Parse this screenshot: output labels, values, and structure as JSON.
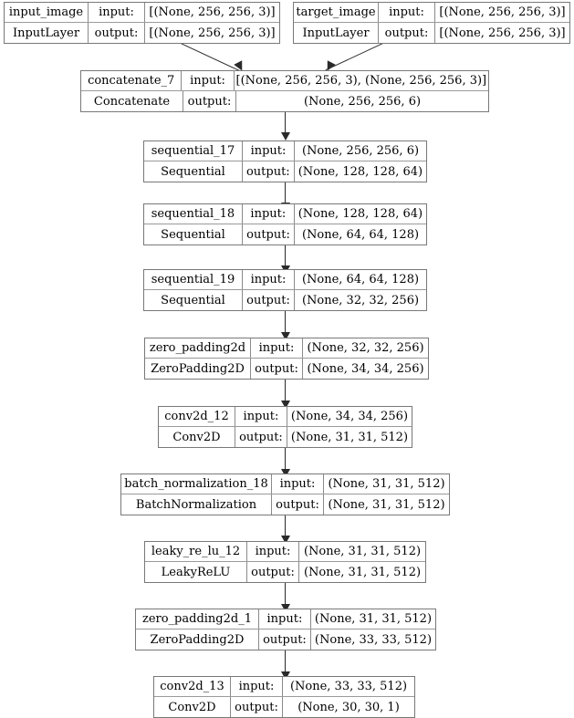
{
  "diagram": {
    "type": "keras-model-graph",
    "title": "",
    "nodes": [
      {
        "id": "input_image",
        "name": "input_image",
        "class_name": "InputLayer",
        "input_label": "input:",
        "output_label": "output:",
        "input_shape": "[(None, 256, 256, 3)]",
        "output_shape": "[(None, 256, 256, 3)]"
      },
      {
        "id": "target_image",
        "name": "target_image",
        "class_name": "InputLayer",
        "input_label": "input:",
        "output_label": "output:",
        "input_shape": "[(None, 256, 256, 3)]",
        "output_shape": "[(None, 256, 256, 3)]"
      },
      {
        "id": "concatenate_7",
        "name": "concatenate_7",
        "class_name": "Concatenate",
        "input_label": "input:",
        "output_label": "output:",
        "input_shape": "[(None, 256, 256, 3), (None, 256, 256, 3)]",
        "output_shape": "(None, 256, 256, 6)"
      },
      {
        "id": "sequential_17",
        "name": "sequential_17",
        "class_name": "Sequential",
        "input_label": "input:",
        "output_label": "output:",
        "input_shape": "(None, 256, 256, 6)",
        "output_shape": "(None, 128, 128, 64)"
      },
      {
        "id": "sequential_18",
        "name": "sequential_18",
        "class_name": "Sequential",
        "input_label": "input:",
        "output_label": "output:",
        "input_shape": "(None, 128, 128, 64)",
        "output_shape": "(None, 64, 64, 128)"
      },
      {
        "id": "sequential_19",
        "name": "sequential_19",
        "class_name": "Sequential",
        "input_label": "input:",
        "output_label": "output:",
        "input_shape": "(None, 64, 64, 128)",
        "output_shape": "(None, 32, 32, 256)"
      },
      {
        "id": "zero_padding2d",
        "name": "zero_padding2d",
        "class_name": "ZeroPadding2D",
        "input_label": "input:",
        "output_label": "output:",
        "input_shape": "(None, 32, 32, 256)",
        "output_shape": "(None, 34, 34, 256)"
      },
      {
        "id": "conv2d_12",
        "name": "conv2d_12",
        "class_name": "Conv2D",
        "input_label": "input:",
        "output_label": "output:",
        "input_shape": "(None, 34, 34, 256)",
        "output_shape": "(None, 31, 31, 512)"
      },
      {
        "id": "batch_normalization_18",
        "name": "batch_normalization_18",
        "class_name": "BatchNormalization",
        "input_label": "input:",
        "output_label": "output:",
        "input_shape": "(None, 31, 31, 512)",
        "output_shape": "(None, 31, 31, 512)"
      },
      {
        "id": "leaky_re_lu_12",
        "name": "leaky_re_lu_12",
        "class_name": "LeakyReLU",
        "input_label": "input:",
        "output_label": "output:",
        "input_shape": "(None, 31, 31, 512)",
        "output_shape": "(None, 31, 31, 512)"
      },
      {
        "id": "zero_padding2d_1",
        "name": "zero_padding2d_1",
        "class_name": "ZeroPadding2D",
        "input_label": "input:",
        "output_label": "output:",
        "input_shape": "(None, 31, 31, 512)",
        "output_shape": "(None, 33, 33, 512)"
      },
      {
        "id": "conv2d_13",
        "name": "conv2d_13",
        "class_name": "Conv2D",
        "input_label": "input:",
        "output_label": "output:",
        "input_shape": "(None, 33, 33, 512)",
        "output_shape": "(None, 30, 30, 1)"
      }
    ],
    "edges": [
      {
        "from": "input_image",
        "to": "concatenate_7"
      },
      {
        "from": "target_image",
        "to": "concatenate_7"
      },
      {
        "from": "concatenate_7",
        "to": "sequential_17"
      },
      {
        "from": "sequential_17",
        "to": "sequential_18"
      },
      {
        "from": "sequential_18",
        "to": "sequential_19"
      },
      {
        "from": "sequential_19",
        "to": "zero_padding2d"
      },
      {
        "from": "zero_padding2d",
        "to": "conv2d_12"
      },
      {
        "from": "conv2d_12",
        "to": "batch_normalization_18"
      },
      {
        "from": "batch_normalization_18",
        "to": "leaky_re_lu_12"
      },
      {
        "from": "leaky_re_lu_12",
        "to": "zero_padding2d_1"
      },
      {
        "from": "zero_padding2d_1",
        "to": "conv2d_13"
      }
    ],
    "colors": {
      "border": "#787878",
      "text": "#000000",
      "edge": "#2a2a2a",
      "background": "#ffffff"
    }
  }
}
